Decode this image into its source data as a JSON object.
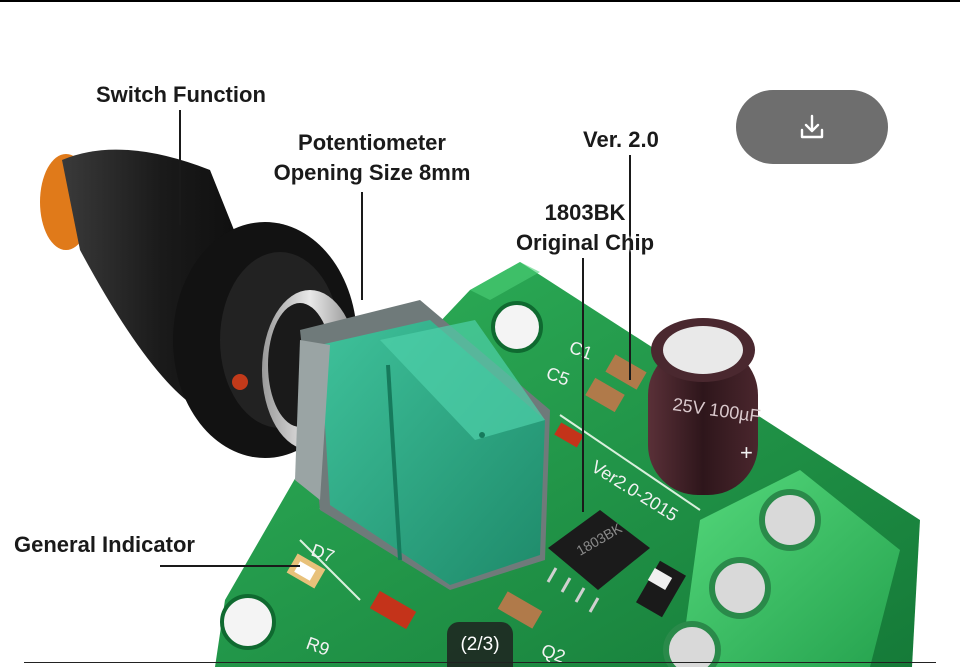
{
  "labels": {
    "switch_function": "Switch Function",
    "potentiometer_line1": "Potentiometer",
    "potentiometer_line2": "Opening Size 8mm",
    "version": "Ver. 2.0",
    "chip_line1": "1803BK",
    "chip_line2": "Original Chip",
    "general_indicator": "General Indicator"
  },
  "board_markings": {
    "c1": "C1",
    "c5": "C5",
    "d7": "D7",
    "r9": "R9",
    "q2": "Q2",
    "plus": "+",
    "silk_version": "Ver2.0-2015",
    "chip_marking": "1803BK",
    "cap_text": "25V 100µF"
  },
  "viewer": {
    "page_counter": "(2/3)",
    "download_icon": "download-icon"
  },
  "colors": {
    "pcb_green": "#1f9a4a",
    "pot_teal": "#2fa886",
    "knob_black": "#1c1c1c",
    "knob_orange": "#e07a1a",
    "terminal_green": "#3cc467",
    "capacitor_dark": "#3a1f24",
    "button_gray": "#6e6e6e"
  }
}
